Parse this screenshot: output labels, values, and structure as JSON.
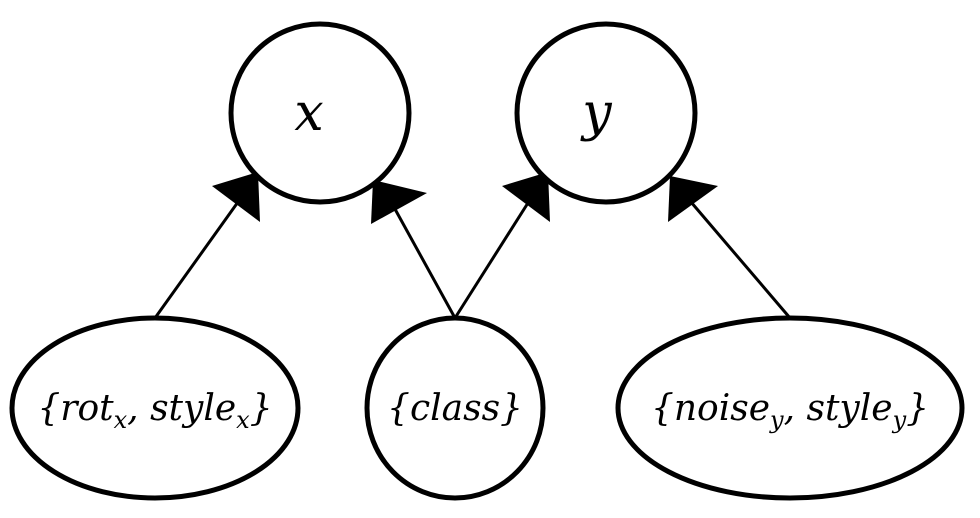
{
  "nodes": {
    "x": {
      "label": "x"
    },
    "y": {
      "label": "y"
    },
    "rot_style_x": {
      "open": "{",
      "a": "rot",
      "a_sub": "x",
      "sep": ", ",
      "b": "style",
      "b_sub": "x",
      "close": "}"
    },
    "class": {
      "label": "{class}"
    },
    "noise_style_y": {
      "open": "{",
      "a": "noise",
      "a_sub": "y",
      "sep": ", ",
      "b": "style",
      "b_sub": "y",
      "close": "}"
    }
  },
  "colors": {
    "stroke": "#000000",
    "fill": "#ffffff"
  }
}
